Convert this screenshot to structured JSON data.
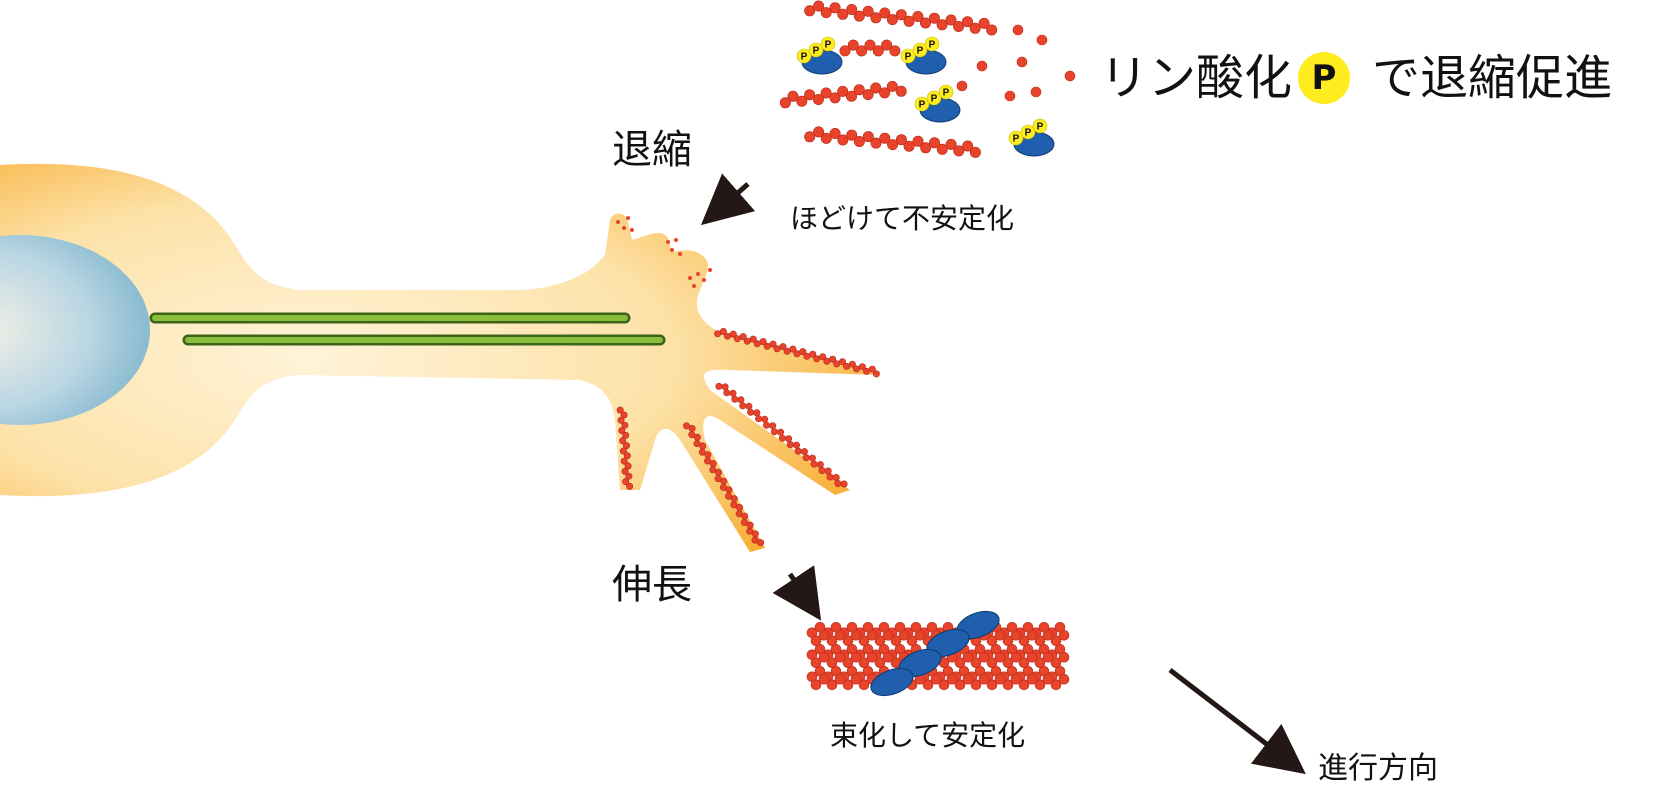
{
  "labels": {
    "retraction": "退縮",
    "elongation": "伸長",
    "unbundled": "ほどけて不安定化",
    "bundled": "束化して安定化",
    "direction": "進行方向",
    "headline_before": "リン酸化",
    "phosphate_symbol": "P",
    "headline_after": "で退縮促進",
    "phosphate_badge_letter": "P"
  },
  "colors": {
    "cytoplasm_outer": "#f6a623",
    "cytoplasm_inner": "#fde9c0",
    "nucleus": "#8fc1d6",
    "microtubule": "#6a9a2a",
    "actin": "#e8442c",
    "bundling_protein": "#1f5fae",
    "phosphate": "#ffec1f",
    "arrow": "#231815"
  }
}
